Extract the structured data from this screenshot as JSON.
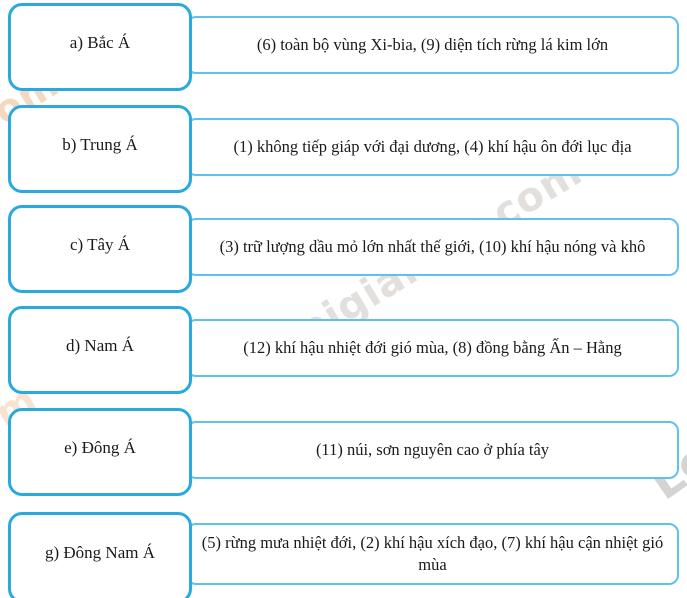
{
  "diagram": {
    "title_hint": "Matching exercise: regions of Asia and their characteristics",
    "watermark_text": "Loigiaihay.com",
    "colors": {
      "region_box_border": "#29a9e0",
      "description_box_border": "#5fc2eb",
      "text": "#1a1a1a",
      "watermark_gray": "#c6c0ba",
      "watermark_orange": "#eeb78a",
      "background": "#ffffff"
    },
    "rows": [
      {
        "label": "a) Bắc Á",
        "description": "(6) toàn bộ vùng Xi-bia, (9) diện tích rừng lá kim lớn"
      },
      {
        "label": "b) Trung Á",
        "description": "(1) không tiếp giáp với đại dương, (4) khí hậu ôn đới lục địa"
      },
      {
        "label": "c) Tây Á",
        "description": "(3) trữ lượng dầu mỏ lớn nhất thế giới, (10) khí hậu nóng và khô"
      },
      {
        "label": "d) Nam Á",
        "description": "(12) khí hậu nhiệt đới gió mùa, (8) đồng bằng Ấn – Hằng"
      },
      {
        "label": "e) Đông Á",
        "description": "(11) núi, sơn nguyên cao ở phía tây"
      },
      {
        "label": "g) Đông Nam Á",
        "description": "(5) rừng mưa nhiệt đới, (2) khí hậu xích đạo, (7) khí hậu cận nhiệt gió mùa"
      }
    ]
  }
}
